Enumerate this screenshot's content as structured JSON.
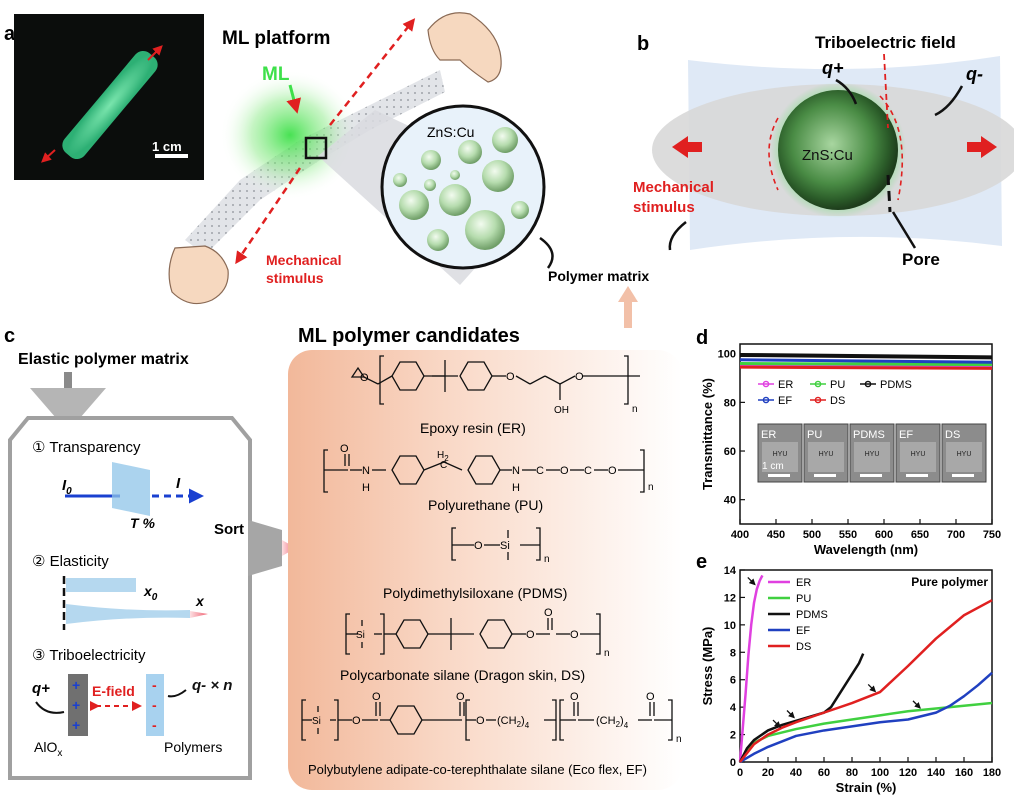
{
  "panels": {
    "a": "a",
    "b": "b",
    "c": "c",
    "d": "d",
    "e": "e"
  },
  "panel_a": {
    "scale_bar": "1 cm",
    "title": "ML platform",
    "ml_label": "ML",
    "zns_label": "ZnS:Cu",
    "mechanical_line1": "Mechanical",
    "mechanical_line2": "stimulus",
    "polymer_matrix": "Polymer matrix"
  },
  "panel_b": {
    "field_label": "Triboelectric field",
    "q_plus": "q+",
    "q_minus": "q-",
    "zns_label": "ZnS:Cu",
    "mechanical_line1": "Mechanical",
    "mechanical_line2": "stimulus",
    "pore": "Pore"
  },
  "panel_c": {
    "header": "Elastic polymer matrix",
    "sort": "Sort",
    "transparency": "① Transparency",
    "i0": "I",
    "i0_sub": "0",
    "i": "I",
    "t_percent": "T %",
    "elasticity": "② Elasticity",
    "x0": "x",
    "x0_sub": "0",
    "x": "x",
    "triboelectricity": "③ Triboelectricity",
    "q_plus": "q+",
    "q_minus": "q- × n",
    "efield": "E-field",
    "aloxa": "AlO",
    "aloxa_sub": "x",
    "polymers": "Polymers",
    "candidates_title": "ML polymer candidates",
    "er": "Epoxy resin (ER)",
    "pu": "Polyurethane (PU)",
    "pdms": "Polydimethylsiloxane (PDMS)",
    "ds": "Polycarbonate silane (Dragon skin, DS)",
    "ef": "Polybutylene adipate-co-terephthalate silane (Eco flex, EF)",
    "chem": {
      "oh": "OH",
      "n": "n",
      "o": "O",
      "h": "H",
      "nn": "N",
      "h2": "H",
      "h2_sub": "2",
      "c": "C",
      "si": "Si",
      "ch2_4": "(CH",
      "ch2_4_sub": "2",
      "ch2_4_tail": ")",
      "four": "4"
    }
  },
  "chart_data": [
    {
      "type": "line",
      "panel": "d",
      "xlabel": "Wavelength (nm)",
      "ylabel": "Transmittance (%)",
      "xlim": [
        400,
        750
      ],
      "ylim": [
        30,
        104
      ],
      "xticks": [
        400,
        450,
        500,
        550,
        600,
        650,
        700,
        750
      ],
      "yticks": [
        40,
        60,
        80,
        100
      ],
      "legend": "center",
      "series": [
        {
          "name": "ER",
          "color": "#e040e0",
          "x": [
            400,
            750
          ],
          "y": [
            95.5,
            95.0
          ]
        },
        {
          "name": "PU",
          "color": "#40d040",
          "x": [
            400,
            750
          ],
          "y": [
            96.0,
            95.5
          ]
        },
        {
          "name": "PDMS",
          "color": "#111111",
          "x": [
            400,
            750
          ],
          "y": [
            99.5,
            98.5
          ]
        },
        {
          "name": "EF",
          "color": "#2040c0",
          "x": [
            400,
            750
          ],
          "y": [
            97.5,
            96.5
          ]
        },
        {
          "name": "DS",
          "color": "#e02020",
          "x": [
            400,
            750
          ],
          "y": [
            94.5,
            94.0
          ]
        }
      ],
      "inset": {
        "labels": [
          "ER",
          "PU",
          "PDMS",
          "EF",
          "DS"
        ],
        "scale_text": "1 cm",
        "sample_text": "HYU"
      }
    },
    {
      "type": "line",
      "panel": "e",
      "title": "Pure polymer",
      "xlabel": "Strain (%)",
      "ylabel": "Stress (MPa)",
      "xlim": [
        0,
        180
      ],
      "ylim": [
        0,
        14
      ],
      "xticks": [
        0,
        20,
        40,
        60,
        80,
        100,
        120,
        140,
        160,
        180
      ],
      "yticks": [
        0,
        2,
        4,
        6,
        8,
        10,
        12,
        14
      ],
      "legend": "top-left",
      "series": [
        {
          "name": "ER",
          "color": "#e040e0",
          "x": [
            0,
            2,
            4,
            6,
            8,
            10,
            12,
            14,
            16
          ],
          "y": [
            0,
            2.5,
            5.0,
            7.8,
            10.0,
            11.6,
            12.6,
            13.2,
            13.6
          ]
        },
        {
          "name": "PU",
          "color": "#40d040",
          "x": [
            0,
            5,
            10,
            20,
            40,
            60,
            80,
            100,
            120,
            140,
            160,
            180
          ],
          "y": [
            0,
            0.9,
            1.4,
            1.9,
            2.4,
            2.8,
            3.1,
            3.4,
            3.7,
            3.9,
            4.1,
            4.3
          ]
        },
        {
          "name": "PDMS",
          "color": "#111111",
          "x": [
            0,
            5,
            10,
            20,
            30,
            40,
            50,
            60,
            65,
            70,
            75,
            80,
            85,
            88
          ],
          "y": [
            0,
            1.0,
            1.6,
            2.3,
            2.7,
            3.0,
            3.3,
            3.6,
            4.0,
            4.8,
            5.6,
            6.4,
            7.2,
            7.9
          ]
        },
        {
          "name": "EF",
          "color": "#2040c0",
          "x": [
            0,
            10,
            20,
            30,
            40,
            60,
            80,
            100,
            120,
            140,
            150,
            160,
            170,
            180
          ],
          "y": [
            0,
            0.6,
            1.1,
            1.5,
            1.9,
            2.3,
            2.6,
            2.9,
            3.1,
            3.6,
            4.1,
            4.8,
            5.6,
            6.5
          ]
        },
        {
          "name": "DS",
          "color": "#e02020",
          "x": [
            0,
            10,
            20,
            30,
            40,
            60,
            80,
            100,
            120,
            140,
            160,
            180
          ],
          "y": [
            0,
            1.3,
            2.0,
            2.5,
            2.9,
            3.6,
            4.3,
            5.1,
            7.0,
            9.0,
            10.7,
            11.8
          ]
        }
      ],
      "break_points": [
        {
          "series": "ER",
          "x": 12,
          "y": 12.8
        },
        {
          "series": "PU",
          "x": 130,
          "y": 3.8
        },
        {
          "series": "PDMS",
          "x": 40,
          "y": 3.1
        },
        {
          "series": "EF",
          "x": 30,
          "y": 2.4
        },
        {
          "series": "DS",
          "x": 98,
          "y": 5.0
        }
      ]
    }
  ]
}
